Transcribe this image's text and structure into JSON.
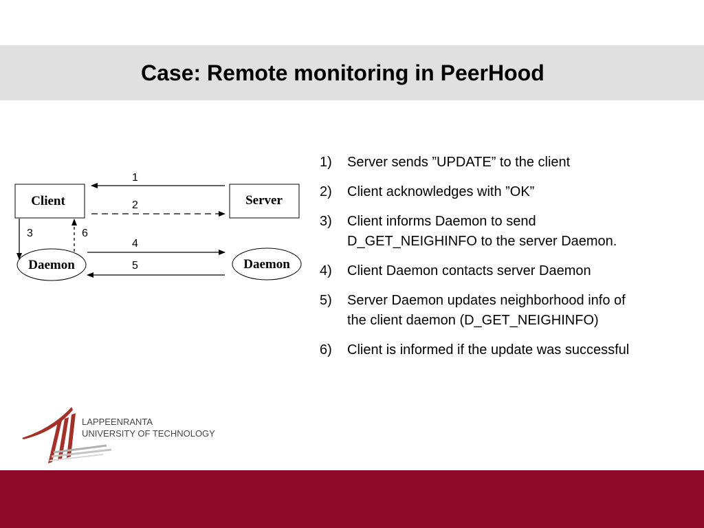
{
  "slide": {
    "title": "Case: Remote monitoring in PeerHood"
  },
  "diagram": {
    "client_label": "Client",
    "server_label": "Server",
    "client_daemon_label": "Daemon",
    "server_daemon_label": "Daemon",
    "arrow_labels": [
      "1",
      "2",
      "3",
      "4",
      "5",
      "6"
    ]
  },
  "steps": [
    {
      "num": "1)",
      "lines": [
        "Server sends ”UPDATE” to the client"
      ]
    },
    {
      "num": "2)",
      "lines": [
        "Client acknowledges with ”OK”"
      ]
    },
    {
      "num": "3)",
      "lines": [
        "Client informs Daemon to send",
        "D_GET_NEIGHINFO to the server Daemon."
      ]
    },
    {
      "num": "4)",
      "lines": [
        "Client Daemon contacts server Daemon"
      ]
    },
    {
      "num": "5)",
      "lines": [
        "Server Daemon updates neighborhood info of",
        "the client daemon (D_GET_NEIGHINFO)"
      ]
    },
    {
      "num": "6)",
      "lines": [
        "Client is informed if the update was successful"
      ]
    }
  ],
  "logo": {
    "line1": "LAPPEENRANTA",
    "line2": "UNIVERSITY OF TECHNOLOGY"
  },
  "colors": {
    "title_band": "#e0e0e0",
    "footer_band": "#8c0a28",
    "logo_red": "#a4302a"
  }
}
